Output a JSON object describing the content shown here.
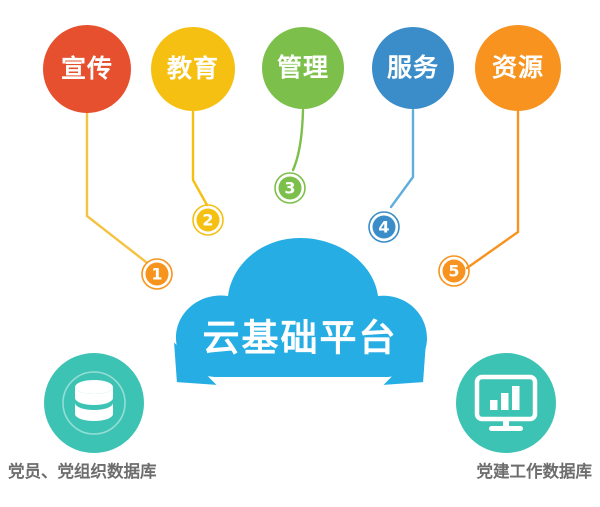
{
  "diagram": {
    "title": "云基础平台",
    "background_color": "#ffffff"
  },
  "cloud": {
    "label": "云基础平台",
    "color": "#26ADE4",
    "icon_name": "cloud-shape"
  },
  "top_nodes": [
    {
      "label": "宣传",
      "color": "#E6502E",
      "badge": "1",
      "badge_color": "#F7941E",
      "connector_color": "#F5C242"
    },
    {
      "label": "教育",
      "color": "#F6C013",
      "badge": "2",
      "badge_color": "#F6C013",
      "connector_color": "#F6C013"
    },
    {
      "label": "管理",
      "color": "#7CC04B",
      "badge": "3",
      "badge_color": "#7CC04B",
      "connector_color": "#7CC04B"
    },
    {
      "label": "服务",
      "color": "#3A8DC8",
      "badge": "4",
      "badge_color": "#3A8DC8",
      "connector_color": "#5FAEDC"
    },
    {
      "label": "资源",
      "color": "#F7931E",
      "badge": "5",
      "badge_color": "#F7931E",
      "connector_color": "#F7931E"
    }
  ],
  "databases": [
    {
      "caption": "党员、党组织数据库",
      "color": "#3DC3B4",
      "icon_name": "database-cylinder-icon"
    },
    {
      "caption": "党建工作数据库",
      "color": "#3DC3B4",
      "icon_name": "monitor-bar-chart-icon"
    }
  ],
  "arrows": {
    "color": "#26ADE4",
    "left_name": "arrow-to-left-database",
    "right_name": "arrow-to-right-database"
  },
  "caption_color": "#6d6d6d"
}
